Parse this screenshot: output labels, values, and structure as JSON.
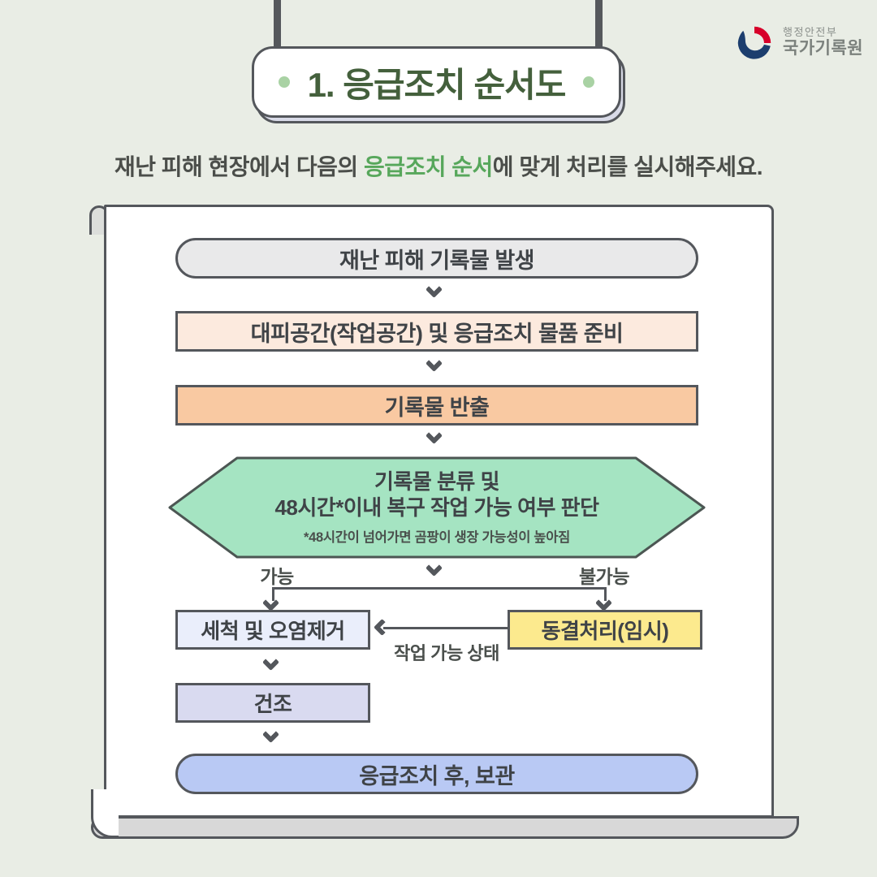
{
  "colors": {
    "background": "#e9ede5",
    "ink": "#54575c",
    "title_green": "#44603c",
    "dot_green": "#a9d2a4",
    "accent_green": "#57a75b",
    "sign_shadow": "#d9dbe8",
    "box_start": "#e9e9ea",
    "box_prepare": "#fceade",
    "box_carry_out": "#f9c9a2",
    "hex_fill": "#a5e4c2",
    "box_wash": "#eaeefb",
    "box_freeze": "#fcea8e",
    "box_dry": "#d9daf0",
    "box_end": "#b9c9f4",
    "logo_blue": "#1c3e6e",
    "logo_red": "#d7002a"
  },
  "header": {
    "ministry": "행정안전부",
    "agency": "국가기록원",
    "title": "1. 응급조치 순서도"
  },
  "intro": {
    "pre": "재난 피해 현장에서 다음의 ",
    "highlight": "응급조치 순서",
    "post": "에 맞게 처리를 실시해주세요."
  },
  "flow": {
    "start": "재난 피해 기록물 발생",
    "prepare": "대피공간(작업공간) 및 응급조치 물품 준비",
    "carry_out": "기록물 반출",
    "decision_line1": "기록물 분류 및",
    "decision_line2": "48시간*이내 복구 작업 가능 여부 판단",
    "decision_note": "*48시간이 넘어가면 곰팡이 생장 가능성이 높아짐",
    "branch_possible": "가능",
    "branch_impossible": "불가능",
    "wash": "세척 및 오염제거",
    "freeze": "동결처리(임시)",
    "freeze_to_wash": "작업 가능 상태",
    "dry": "건조",
    "end": "응급조치 후, 보관"
  }
}
